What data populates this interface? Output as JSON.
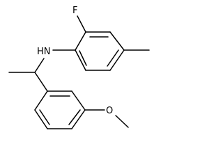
{
  "molecule": {
    "atom_labels": {
      "fluorine": "F",
      "amine": "HN",
      "oxygen": "O"
    },
    "colors": {
      "bond": "#000000",
      "label": "#000000",
      "background": "#ffffff"
    }
  }
}
